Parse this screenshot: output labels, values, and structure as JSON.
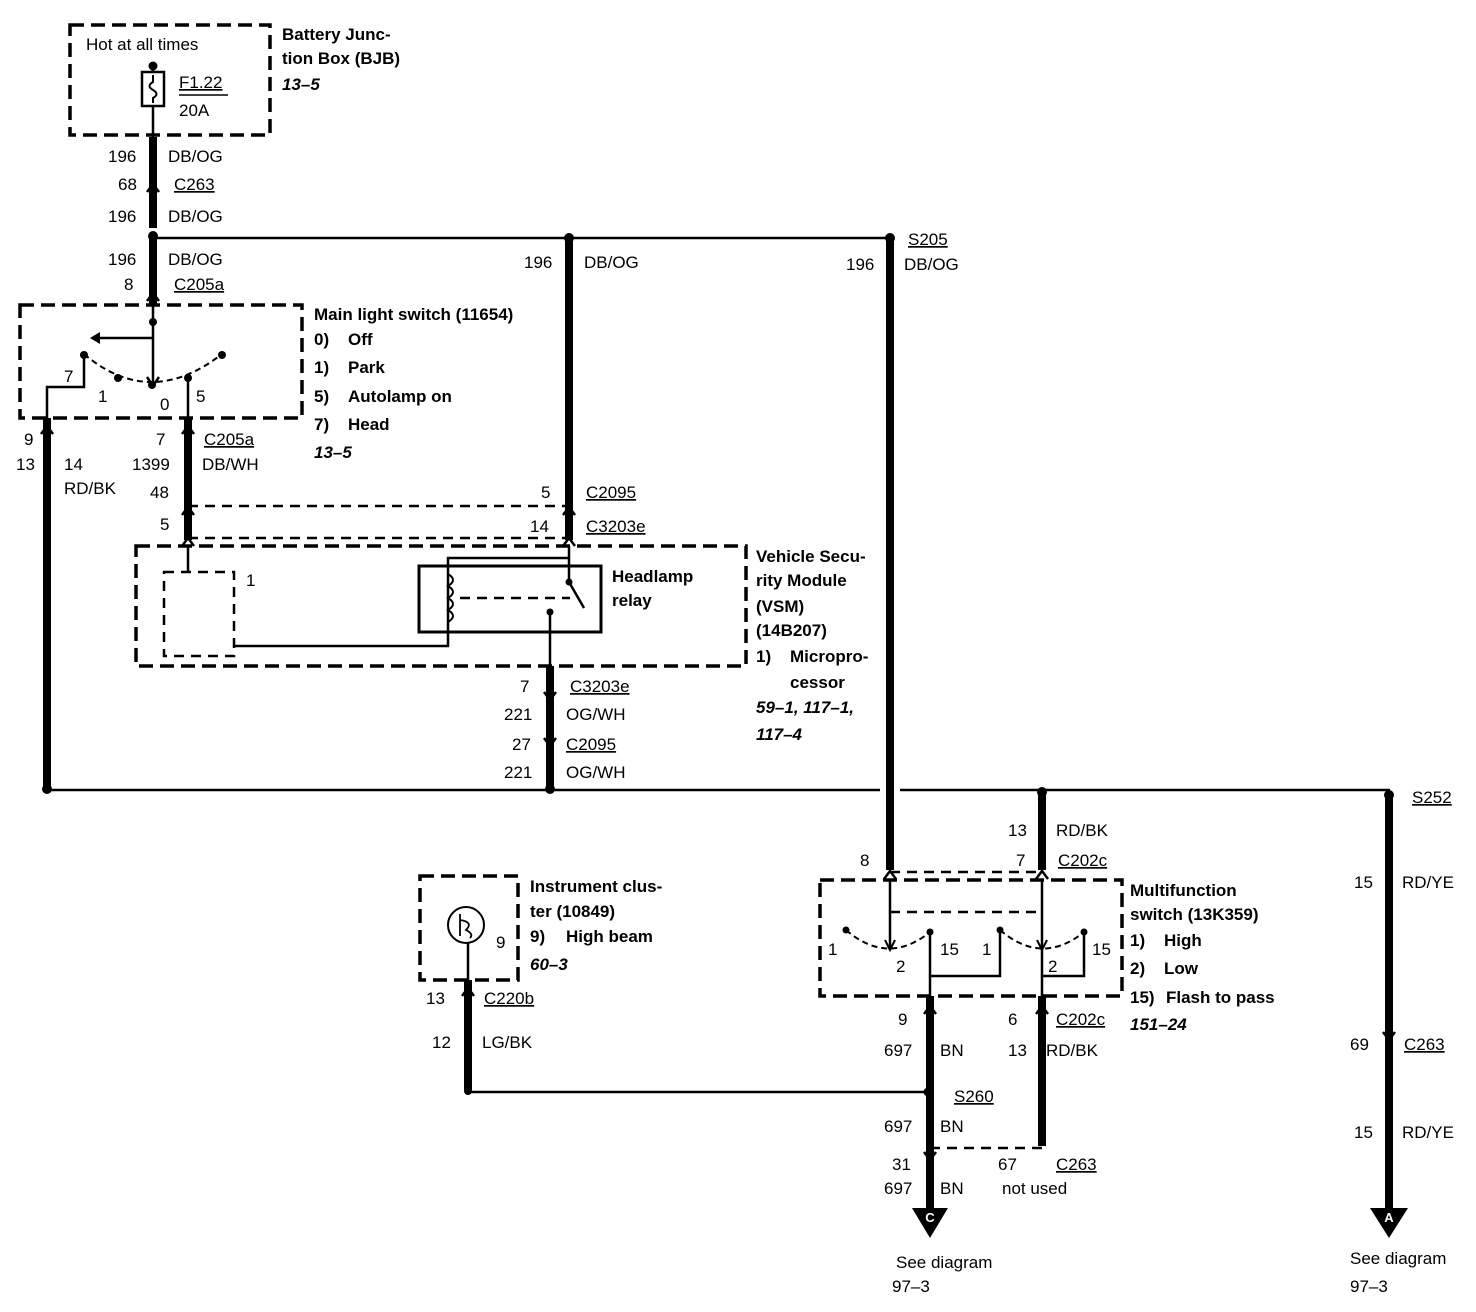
{
  "bjb": {
    "hot_text": "Hot at all times",
    "fuse_id": "F1.22",
    "fuse_rating": "20A",
    "name_l1": "Battery Junc-",
    "name_l2": "tion Box (BJB)",
    "ref": "13–5"
  },
  "wires_top": {
    "c1": "196",
    "c1_color": "DB/OG",
    "c263_pin": "68",
    "c263": "C263",
    "c2": "196",
    "c2_color": "DB/OG",
    "c3": "196",
    "c3_color": "DB/OG",
    "c205a_pin": "8",
    "c205a": "C205a",
    "mid": "196",
    "mid_color": "DB/OG",
    "s205": "S205",
    "s205_circuit": "196",
    "s205_color": "DB/OG"
  },
  "main_switch": {
    "title": "Main light switch (11654)",
    "modes": [
      {
        "num": "0)",
        "label": "Off"
      },
      {
        "num": "1)",
        "label": "Park"
      },
      {
        "num": "5)",
        "label": "Autolamp on"
      },
      {
        "num": "7)",
        "label": "Head"
      }
    ],
    "ref": "13–5",
    "pos7": "7",
    "pos1": "1",
    "pos0": "0",
    "pos5": "5"
  },
  "lower_switch": {
    "left_pin": "9",
    "left_circuit": "13",
    "left_no": "14",
    "left_color": "RD/BK",
    "right_pin": "7",
    "right_circuit": "1399",
    "conn": "C205a",
    "color": "DB/WH",
    "c2095_left": "48",
    "c3203_left": "5",
    "c2095_pin": "5",
    "c2095": "C2095",
    "c3203_pin": "14",
    "c3203": "C3203e"
  },
  "vsm": {
    "pin1": "1",
    "relay_l1": "Headlamp",
    "relay_l2": "relay",
    "name_l1": "Vehicle Secu-",
    "name_l2": "rity Module",
    "name_l3": "(VSM)",
    "name_l4": "(14B207)",
    "item_num": "1)",
    "item_l1": "Micropro-",
    "item_l2": "cessor",
    "ref_l1": "59–1, 117–1,",
    "ref_l2": "117–4",
    "out_pin": "7",
    "out_conn": "C3203e",
    "out_circuit": "221",
    "out_color": "OG/WH",
    "out2_pin": "27",
    "out2_conn": "C2095",
    "out2_circuit": "221",
    "out2_color": "OG/WH"
  },
  "cluster": {
    "pin": "9",
    "name_l1": "Instrument clus-",
    "name_l2": "ter (10849)",
    "item_num": "9)",
    "item": "High beam",
    "ref": "60–3",
    "conn_pin": "13",
    "conn": "C220b",
    "circuit": "12",
    "color": "LG/BK"
  },
  "mfs": {
    "in_left_pin": "8",
    "in_right_circuit": "13",
    "in_right_color": "RD/BK",
    "in_right_pin": "7",
    "in_conn": "C202c",
    "name_l1": "Multifunction",
    "name_l2": "switch (13K359)",
    "modes": [
      {
        "num": "1)",
        "label": "High"
      },
      {
        "num": "2)",
        "label": "Low"
      },
      {
        "num": "15)",
        "label": "Flash to pass"
      }
    ],
    "ref": "151–24",
    "p1a": "1",
    "p2a": "2",
    "p15a": "15",
    "p1b": "1",
    "p2b": "2",
    "p15b": "15",
    "out_left_pin": "9",
    "out_left_circuit": "697",
    "out_left_color": "BN",
    "out_right_pin": "6",
    "out_right_conn": "C202c",
    "out_right_circuit": "13",
    "out_right_color": "RD/BK"
  },
  "bottom": {
    "s260": "S260",
    "s260_circuit": "697",
    "s260_color": "BN",
    "c263_pin": "31",
    "c263_circuit": "697",
    "c263_color": "BN",
    "c263b_pin": "67",
    "c263b": "C263",
    "not_used": "not used",
    "arrow_c": "C",
    "see_c_l1": "See diagram",
    "see_c_l2": "97–3"
  },
  "right": {
    "s252": "S252",
    "circuit1": "15",
    "color1": "RD/YE",
    "conn_pin": "69",
    "conn": "C263",
    "circuit2": "15",
    "color2": "RD/YE",
    "arrow_a": "A",
    "see_a_l1": "See diagram",
    "see_a_l2": "97–3"
  }
}
